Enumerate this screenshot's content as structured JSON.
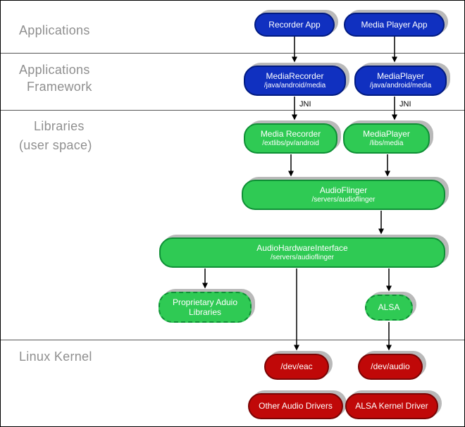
{
  "diagram": {
    "layers": {
      "applications": "Applications",
      "framework_line1": "Applications",
      "framework_line2": "Framework",
      "libraries_line1": "Libraries",
      "libraries_line2": "(user space)",
      "kernel": "Linux Kernel"
    },
    "edge_labels": {
      "jni_left": "JNI",
      "jni_right": "JNI"
    },
    "nodes": {
      "recorder_app": {
        "label": "Recorder App"
      },
      "media_player_app": {
        "label": "Media Player App"
      },
      "media_recorder_fw": {
        "label": "MediaRecorder",
        "sublabel": "/java/android/media"
      },
      "media_player_fw": {
        "label": "MediaPlayer",
        "sublabel": "/java/android/media"
      },
      "media_recorder_lib": {
        "label": "Media Recorder",
        "sublabel": "/extlibs/pv/android"
      },
      "media_player_lib": {
        "label": "MediaPlayer",
        "sublabel": "/libs/media"
      },
      "audio_flinger": {
        "label": "AudioFlinger",
        "sublabel": "/servers/audioflinger"
      },
      "audio_hardware_interface": {
        "label": "AudioHardwareInterface",
        "sublabel": "/servers/audioflinger"
      },
      "proprietary_audio_libraries": {
        "label": "Proprietary Aduio Libraries"
      },
      "alsa": {
        "label": "ALSA"
      },
      "dev_eac": {
        "label": "/dev/eac"
      },
      "dev_audio": {
        "label": "/dev/audio"
      },
      "other_audio_drivers": {
        "label": "Other Audio Drivers"
      },
      "alsa_kernel_driver": {
        "label": "ALSA Kernel Driver"
      }
    },
    "colors": {
      "app_blue": "#1030c0",
      "lib_green": "#2fca54",
      "kernel_red": "#c00808",
      "shadow_gray": "#b9b9b9",
      "layer_label_gray": "#8f8f8f"
    }
  }
}
